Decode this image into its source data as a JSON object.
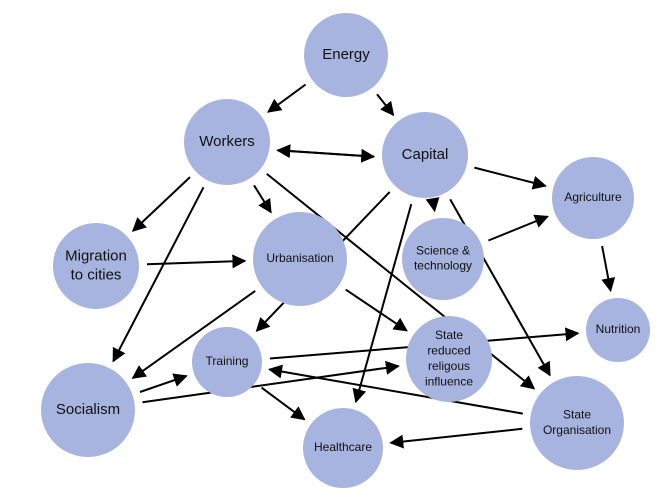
{
  "diagram": {
    "nodes": [
      {
        "id": "energy",
        "lines": [
          "Energy"
        ]
      },
      {
        "id": "workers",
        "lines": [
          "Workers"
        ]
      },
      {
        "id": "capital",
        "lines": [
          "Capital"
        ]
      },
      {
        "id": "agriculture",
        "lines": [
          "Agriculture"
        ]
      },
      {
        "id": "migration",
        "lines": [
          "Migration",
          "to cities"
        ]
      },
      {
        "id": "urbanisation",
        "lines": [
          "Urbanisation"
        ]
      },
      {
        "id": "science",
        "lines": [
          "Science &",
          "technology"
        ]
      },
      {
        "id": "nutrition",
        "lines": [
          "Nutrition"
        ]
      },
      {
        "id": "training",
        "lines": [
          "Training"
        ]
      },
      {
        "id": "state-religion",
        "lines": [
          "State",
          "reduced",
          "religous",
          "influence"
        ]
      },
      {
        "id": "socialism",
        "lines": [
          "Socialism"
        ]
      },
      {
        "id": "state-org",
        "lines": [
          "State",
          "Organisation"
        ]
      },
      {
        "id": "healthcare",
        "lines": [
          "Healthcare"
        ]
      }
    ],
    "edges": [
      {
        "from": "energy",
        "to": "workers"
      },
      {
        "from": "energy",
        "to": "capital"
      },
      {
        "from": "workers",
        "to": "capital"
      },
      {
        "from": "capital",
        "to": "workers"
      },
      {
        "from": "workers",
        "to": "migration"
      },
      {
        "from": "workers",
        "to": "urbanisation"
      },
      {
        "from": "workers",
        "to": "socialism"
      },
      {
        "from": "workers",
        "to": "state-org"
      },
      {
        "from": "capital",
        "to": "agriculture"
      },
      {
        "from": "capital",
        "to": "science"
      },
      {
        "from": "capital",
        "to": "healthcare"
      },
      {
        "from": "capital",
        "to": "state-org"
      },
      {
        "from": "capital",
        "to": "training"
      },
      {
        "from": "migration",
        "to": "urbanisation"
      },
      {
        "from": "science",
        "to": "agriculture"
      },
      {
        "from": "agriculture",
        "to": "nutrition"
      },
      {
        "from": "urbanisation",
        "to": "socialism"
      },
      {
        "from": "urbanisation",
        "to": "state-religion"
      },
      {
        "from": "training",
        "to": "nutrition"
      },
      {
        "from": "training",
        "to": "healthcare"
      },
      {
        "from": "socialism",
        "to": "training"
      },
      {
        "from": "socialism",
        "to": "state-religion"
      },
      {
        "from": "state-org",
        "to": "training"
      },
      {
        "from": "state-org",
        "to": "healthcare"
      }
    ]
  }
}
